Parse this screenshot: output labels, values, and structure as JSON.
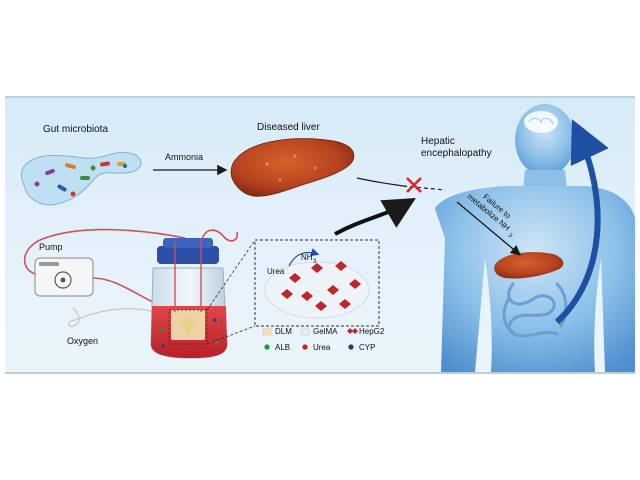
{
  "labels": {
    "gut_microbiota": "Gut microbiota",
    "diseased_liver": "Diseased liver",
    "ammonia": "Ammonia",
    "hepatic_line1": "Hepatic",
    "hepatic_line2": "encephalopathy",
    "failure_line1": "Failure to",
    "failure_line2": "metabolize NH",
    "failure_sub": "3",
    "pump": "Pump",
    "oxygen": "Oxygen",
    "nh3": "NH",
    "nh3_sub": "3",
    "urea_inset": "Urea"
  },
  "legend": [
    {
      "label": "DLM",
      "color": "#f1e3b0",
      "marker": "square"
    },
    {
      "label": "GelMA",
      "color": "#e4edf4",
      "marker": "square"
    },
    {
      "label": "HepG2",
      "color": "#c0262c",
      "marker": "diamonds"
    },
    {
      "label": "ALB",
      "color": "#1e9a3c",
      "marker": "dot"
    },
    {
      "label": "Urea",
      "color": "#c81e1e",
      "marker": "dot"
    },
    {
      "label": "CYP",
      "color": "#1d3f8f",
      "marker": "dot"
    }
  ],
  "colors": {
    "background": "#e2f0fa",
    "liver": "#b8431f",
    "human_body": "#7fb6e2",
    "arrow_dark": "#1a1a1a",
    "arrow_blue": "#1f4fa3",
    "block_cross": "#d9262c",
    "tubing": "#d0505a",
    "bioreactor_medium": "#d8343a",
    "bioreactor_cap": "#2c4fa8"
  },
  "icons": [
    "gut-microbiota-illustration",
    "liver-illustration",
    "peristaltic-pump-icon",
    "oxygen-tube-icon",
    "bioreactor-jar-icon",
    "human-body-illustration",
    "brain-icon",
    "intestine-icon",
    "block-cross-icon"
  ]
}
